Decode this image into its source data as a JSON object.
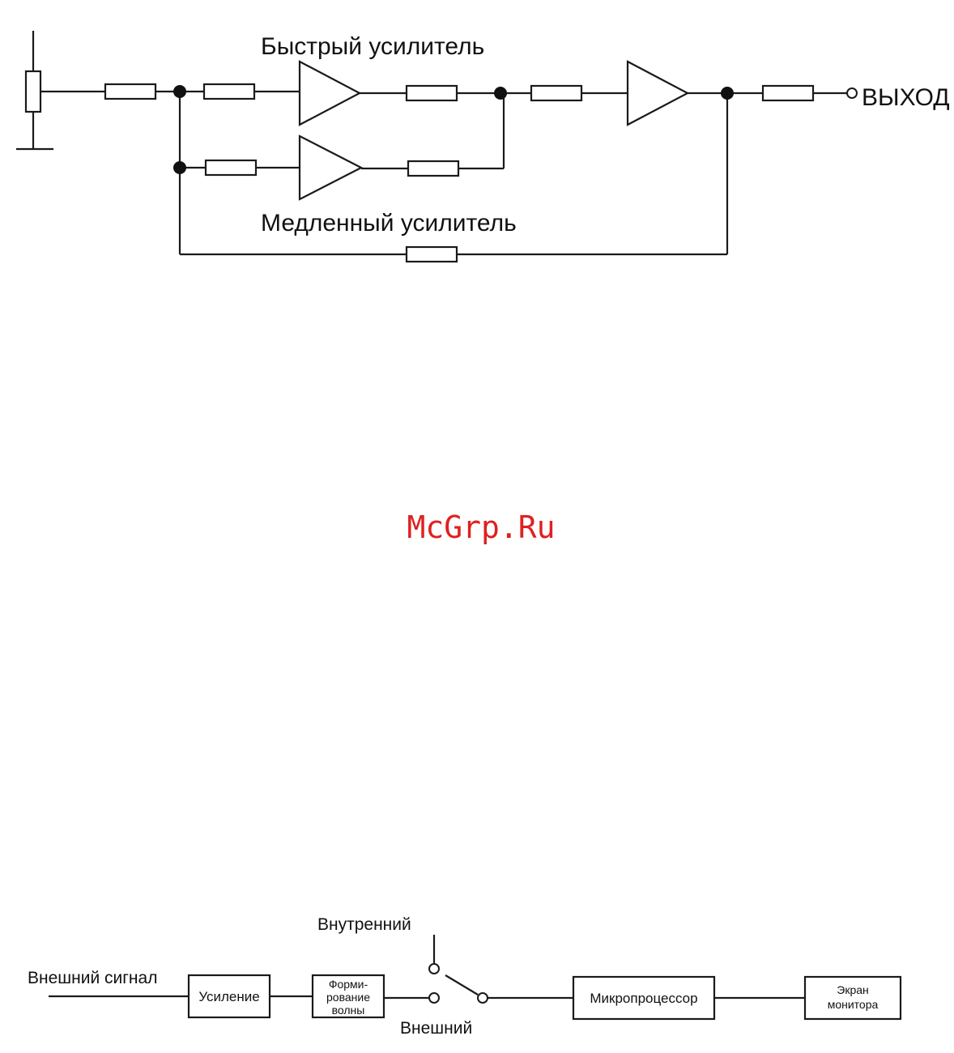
{
  "colors": {
    "ink": "#1a1a1a",
    "watermark": "#e02020",
    "background": "#ffffff"
  },
  "top_diagram": {
    "fast_amp_label": "Быстрый усилитель",
    "slow_amp_label": "Медленный усилитель",
    "output_label": "ВЫХОД"
  },
  "watermark": {
    "text": "McGrp.Ru"
  },
  "bottom_diagram": {
    "input_label": "Внешний сигнал",
    "amplify_box": "Усиление",
    "waveform_box_line1": "Форми-",
    "waveform_box_line2": "рование",
    "waveform_box_line3": "волны",
    "internal_label": "Внутренний",
    "external_label": "Внешний",
    "microprocessor_box": "Микропроцессор",
    "monitor_box_line1": "Экран",
    "monitor_box_line2": "монитора"
  }
}
